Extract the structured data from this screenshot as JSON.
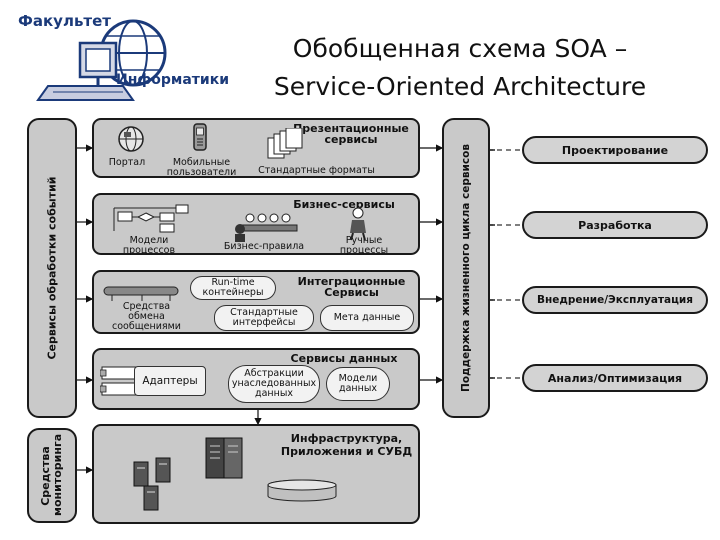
{
  "logo": {
    "line1": "Факультет",
    "line2": "Информатики"
  },
  "title": {
    "line1": "Обобщенная схема SOA –",
    "line2": "Service-Oriented Architecture"
  },
  "left_bar": {
    "events": "Сервисы обработки событий",
    "monitoring": "Средства мониторинга"
  },
  "right_bar": {
    "lifecycle": "Поддержка жизненного цикла сервисов"
  },
  "panels": {
    "presentation": {
      "title": "Презентационные сервисы",
      "portal": "Портал",
      "mobile": "Мобильные пользователи",
      "formats": "Стандартные форматы"
    },
    "business": {
      "title": "Бизнес-сервисы",
      "models": "Модели процессов",
      "rules": "Бизнес-правила",
      "manual": "Ручные процессы"
    },
    "integration": {
      "title": "Интеграционные Сервисы",
      "runtime": "Run-time контейнеры",
      "exchange": "Средства обмена сообщениями",
      "interfaces": "Стандартные интерфейсы",
      "metadata": "Мета данные"
    },
    "data": {
      "title": "Сервисы данных",
      "adapters": "Адаптеры",
      "abstractions": "Абстракции унаследованных данных",
      "models": "Модели данных"
    },
    "infra": {
      "title": "Инфраструктура, Приложения и СУБД"
    }
  },
  "phases": [
    "Проектирование",
    "Разработка",
    "Внедрение/Эксплуатация",
    "Анализ/Оптимизация"
  ]
}
